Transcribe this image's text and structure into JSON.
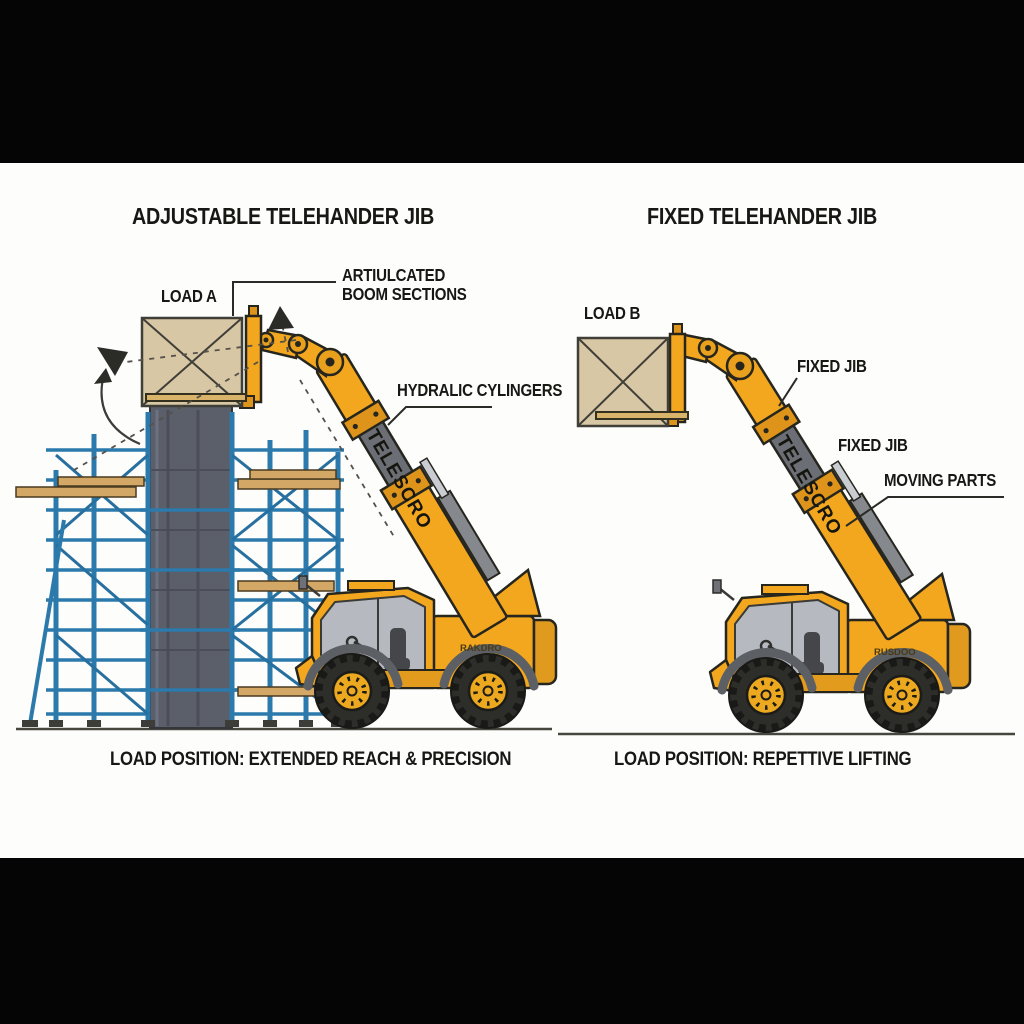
{
  "left_panel": {
    "title": "ADJUSTABLE TELEHANDER JIB",
    "load_label": "LOAD A",
    "callout_boom": "ARTIULCATED BOOM SECTIONS",
    "callout_cylinders": "HYDRALIC CYLINGERS",
    "boom_text": "TELESCRO",
    "body_code": "RAKDRO",
    "caption": "LOAD POSITION: EXTENDED REACH & PRECISION"
  },
  "right_panel": {
    "title": "FIXED TELEHANDER JIB",
    "load_label": "LOAD B",
    "callout_jib_upper": "FIXED JIB",
    "callout_jib_lower": "FIXED JIB",
    "callout_moving_parts": "MOVING PARTS",
    "boom_text": "TELESCRO",
    "body_code": "RUSDOO",
    "caption": "LOAD POSITION: REPETTIVE LIFTING"
  },
  "colors": {
    "machine_yellow": "#F2A71F",
    "machine_yellow_dark": "#DE941B",
    "boom_gray": "#6B6E74",
    "scaffold_blue": "#2B7AAB",
    "crate_tan": "#D8C7A4",
    "plank_tan": "#D3A765",
    "letterbox_black": "#050505",
    "background_white": "#FDFDFC",
    "text_black": "#171713"
  }
}
